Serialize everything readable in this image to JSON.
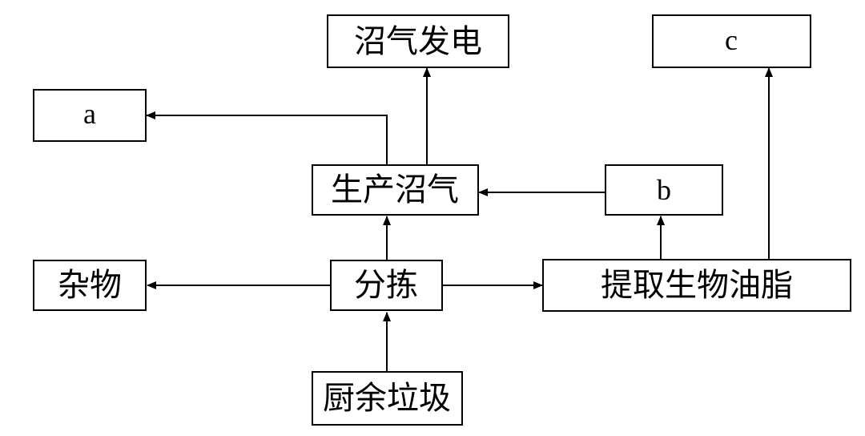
{
  "nodes": {
    "biogas_power": "沼气发电",
    "c": "c",
    "a": "a",
    "produce_biogas": "生产沼气",
    "b": "b",
    "impurities": "杂物",
    "sorting": "分拣",
    "extract_oil": "提取生物油脂",
    "kitchen_waste": "厨余垃圾"
  },
  "edges": [
    {
      "from": "kitchen_waste",
      "to": "sorting"
    },
    {
      "from": "sorting",
      "to": "impurities"
    },
    {
      "from": "sorting",
      "to": "extract_oil"
    },
    {
      "from": "sorting",
      "to": "produce_biogas"
    },
    {
      "from": "extract_oil",
      "to": "b"
    },
    {
      "from": "extract_oil",
      "to": "c"
    },
    {
      "from": "b",
      "to": "produce_biogas"
    },
    {
      "from": "produce_biogas",
      "to": "biogas_power"
    },
    {
      "from": "produce_biogas",
      "to": "a"
    }
  ]
}
